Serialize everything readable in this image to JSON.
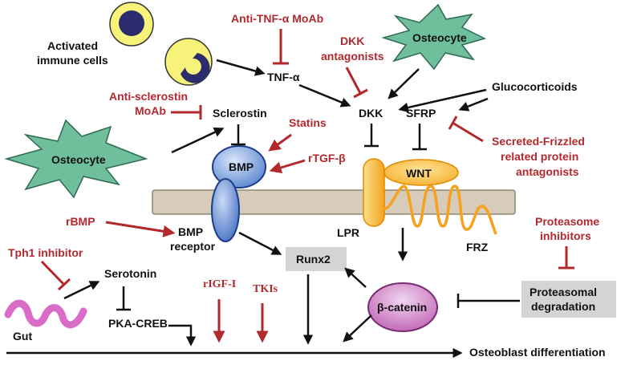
{
  "colors": {
    "inhibitor_red": "#b3282d",
    "arrow_black": "#111111",
    "osteocyte_green": "#6fbf9d",
    "membrane_tan": "#d6ccb9",
    "bmp_blue": "#5b87cf",
    "lpr_orange": "#f7a623",
    "wnt_orange": "#f9b32e",
    "catenin_purple": "#c068b6",
    "immune_yellow": "#f7f27a",
    "immune_navy": "#2b2c6e",
    "gut_pink": "#d96cc7",
    "gray_box": "#d4d4d4"
  },
  "labels": {
    "activated_immune_cells_1": "Activated",
    "activated_immune_cells_2": "immune cells",
    "anti_tnf": "Anti-TNF-α MoAb",
    "tnf": "TNF-α",
    "dkk_antagonists_1": "DKK",
    "dkk_antagonists_2": "antagonists",
    "osteocyte_top": "Osteocyte",
    "osteocyte_left": "Osteocyte",
    "glucocorticoids": "Glucocorticoids",
    "anti_sclerostin_1": "Anti-sclerostin",
    "anti_sclerostin_2": "MoAb",
    "sclerostin": "Sclerostin",
    "dkk": "DKK",
    "sfrp": "SFRP",
    "statins": "Statins",
    "rtgf": "rTGF-β",
    "bmp": "BMP",
    "wnt": "WNT",
    "sfrp_antagonists_1": "Secreted-Frizzled",
    "sfrp_antagonists_2": "related protein",
    "sfrp_antagonists_3": "antagonists",
    "rbmp": "rBMP",
    "bmp_receptor_1": "BMP",
    "bmp_receptor_2": "receptor",
    "lpr": "LPR",
    "frz": "FRZ",
    "proteasome_inhibitors_1": "Proteasome",
    "proteasome_inhibitors_2": "inhibitors",
    "runx2": "Runx2",
    "tph1_inhibitor": "Tph1 inhibitor",
    "serotonin": "Serotonin",
    "rigf": "rIGF-I",
    "tkis": "TKIs",
    "beta_catenin": "β-catenin",
    "proteasomal_1": "Proteasomal",
    "proteasomal_2": "degradation",
    "gut": "Gut",
    "pka_creb": "PKA-CREB",
    "osteoblast_differentiation": "Osteoblast differentiation"
  }
}
